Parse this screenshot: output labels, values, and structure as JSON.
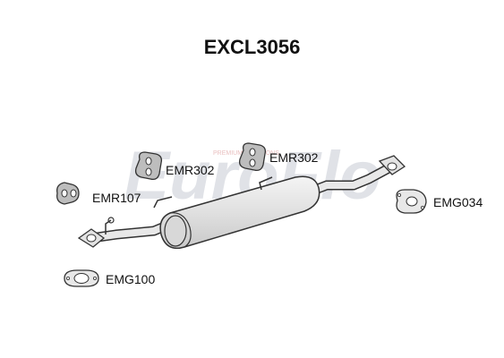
{
  "title": "EXCL3056",
  "watermark": {
    "logo_text": "EuroFlo",
    "tagline": "PREMIUM EMISSIONS"
  },
  "parts": [
    {
      "id": "emr302_left",
      "label": "EMR302",
      "icon": "rubber-hanger-icon"
    },
    {
      "id": "emr302_right",
      "label": "EMR302",
      "icon": "rubber-hanger-icon"
    },
    {
      "id": "emr107",
      "label": "EMR107",
      "icon": "rubber-mount-icon"
    },
    {
      "id": "emg034",
      "label": "EMG034",
      "icon": "flange-gasket-icon"
    },
    {
      "id": "emg100",
      "label": "EMG100",
      "icon": "flange-gasket-icon"
    }
  ],
  "colors": {
    "line": "#333333",
    "part_fill": "#e3e3e3",
    "rubber_fill": "#bdbdbd",
    "watermark": "#c8ccd4",
    "watermark_accent": "#e7b8b8"
  }
}
